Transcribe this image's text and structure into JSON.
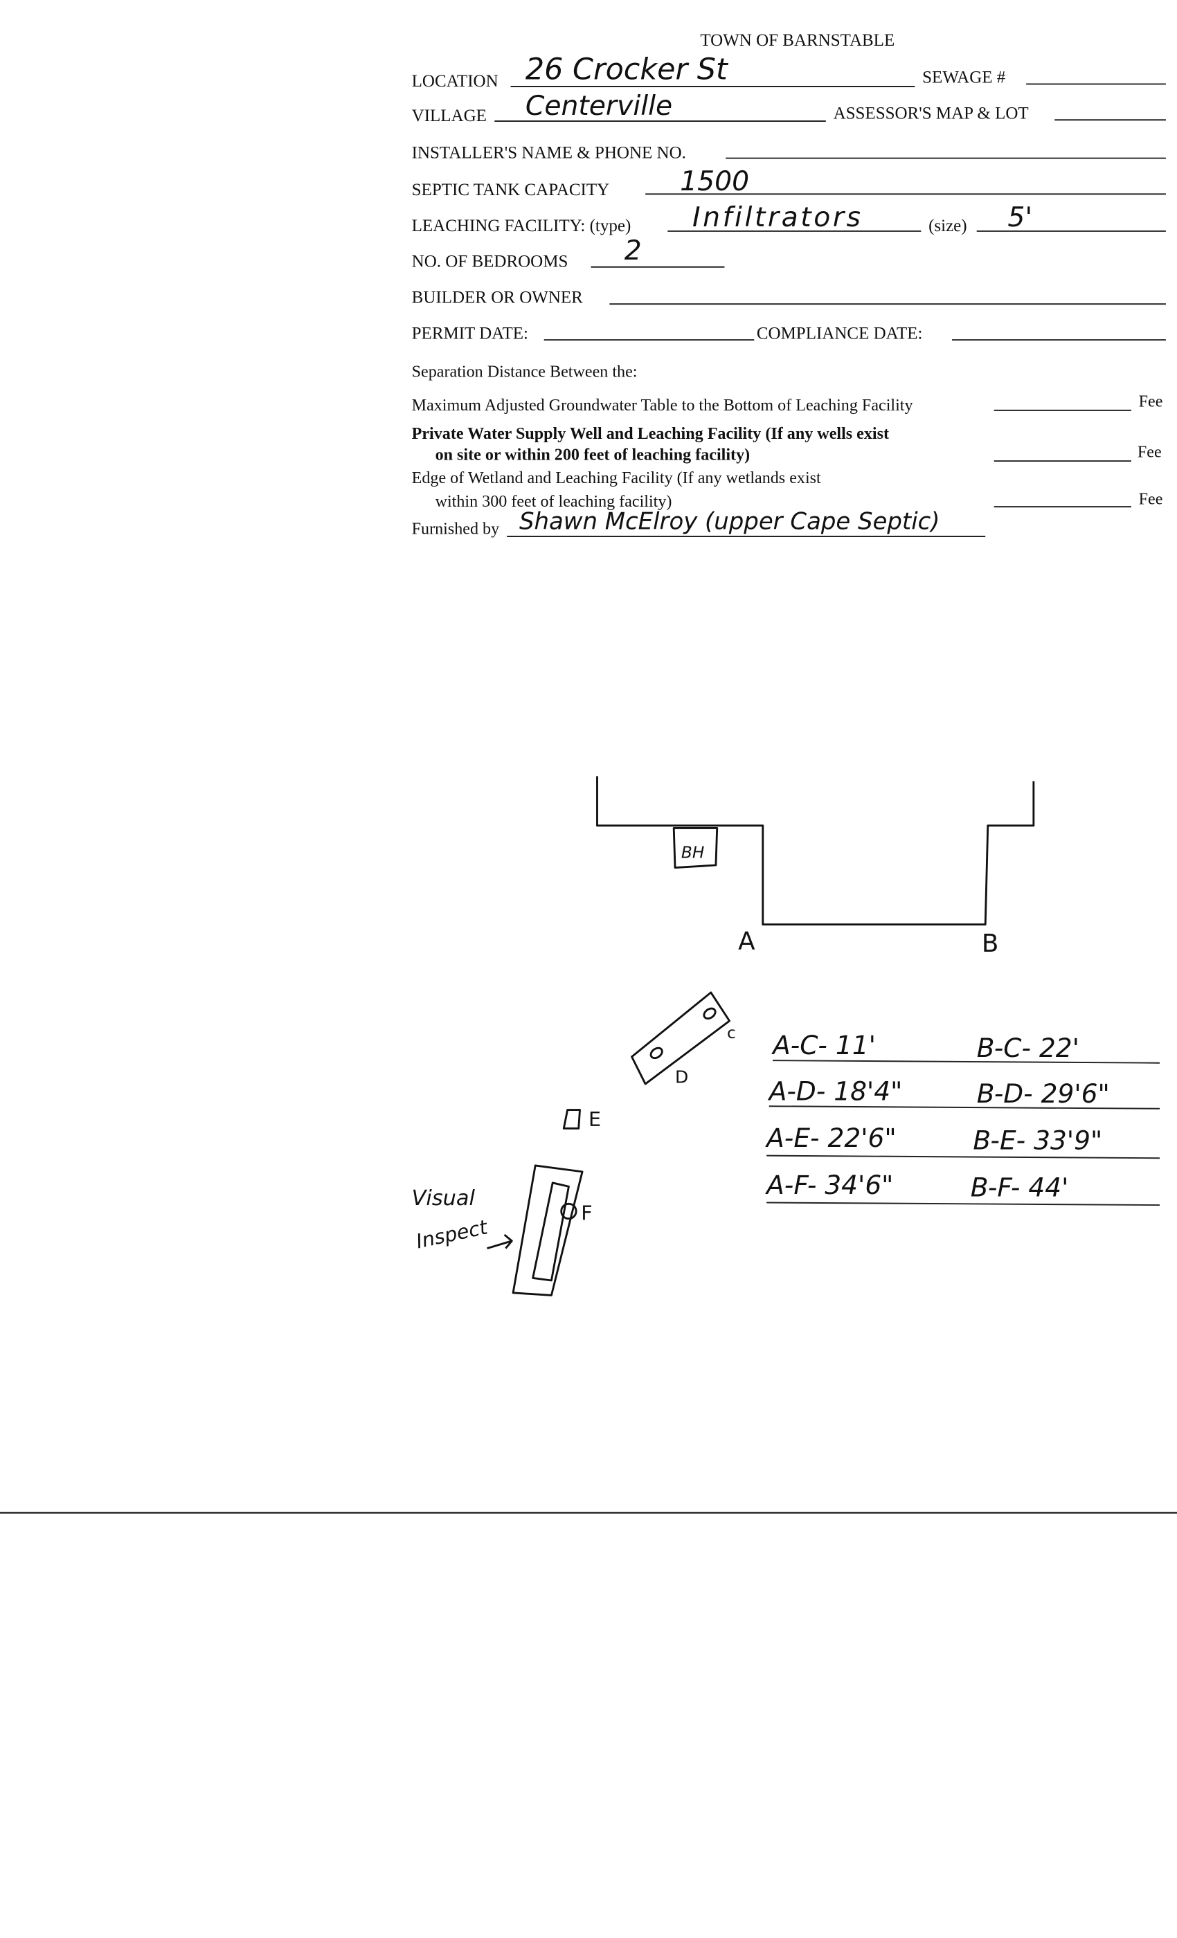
{
  "form": {
    "title": "TOWN OF BARNSTABLE",
    "fields": {
      "location_label": "LOCATION",
      "location_value": "26 Crocker St",
      "sewage_label": "SEWAGE #",
      "village_label": "VILLAGE",
      "village_value": "Centerville",
      "assessor_label": "ASSESSOR'S MAP & LOT",
      "installer_label": "INSTALLER'S NAME & PHONE NO.",
      "septic_label": "SEPTIC TANK CAPACITY",
      "septic_value": "1500",
      "leaching_label": "LEACHING FACILITY: (type)",
      "leaching_value": "Infiltrators",
      "size_label": "(size)",
      "size_value": "5'",
      "bedrooms_label": "NO. OF BEDROOMS",
      "bedrooms_value": "2",
      "builder_label": "BUILDER OR OWNER",
      "permit_label": "PERMIT DATE:",
      "compliance_label": "COMPLIANCE DATE:"
    },
    "separation": {
      "heading": "Separation Distance Between the:",
      "groundwater": "Maximum Adjusted Groundwater Table to the Bottom of Leaching Facility",
      "well_line1": "Private Water Supply Well and Leaching Facility  (If any wells exist",
      "well_line2": "on site or within 200 feet of leaching facility)",
      "wetland_line1": "Edge of Wetland and Leaching Facility (If any wetlands exist",
      "wetland_line2": "within 300 feet of leaching facility)",
      "unit": "Fee",
      "furnished_label": "Furnished by",
      "furnished_value": "Shawn McElroy (upper Cape Septic)"
    }
  },
  "sketch": {
    "bh_label": "BH",
    "point_a": "A",
    "point_b": "B",
    "point_c": "c",
    "point_d": "D",
    "point_e": "E",
    "point_f": "F",
    "visual_line1": "Visual",
    "visual_line2": "Inspect",
    "measurements": [
      {
        "a": "A-C- 11'",
        "b": "B-C- 22'"
      },
      {
        "a": "A-D- 18'4\"",
        "b": "B-D- 29'6\""
      },
      {
        "a": "A-E- 22'6\"",
        "b": "B-E- 33'9\""
      },
      {
        "a": "A-F- 34'6\"",
        "b": "B-F- 44'"
      }
    ]
  }
}
